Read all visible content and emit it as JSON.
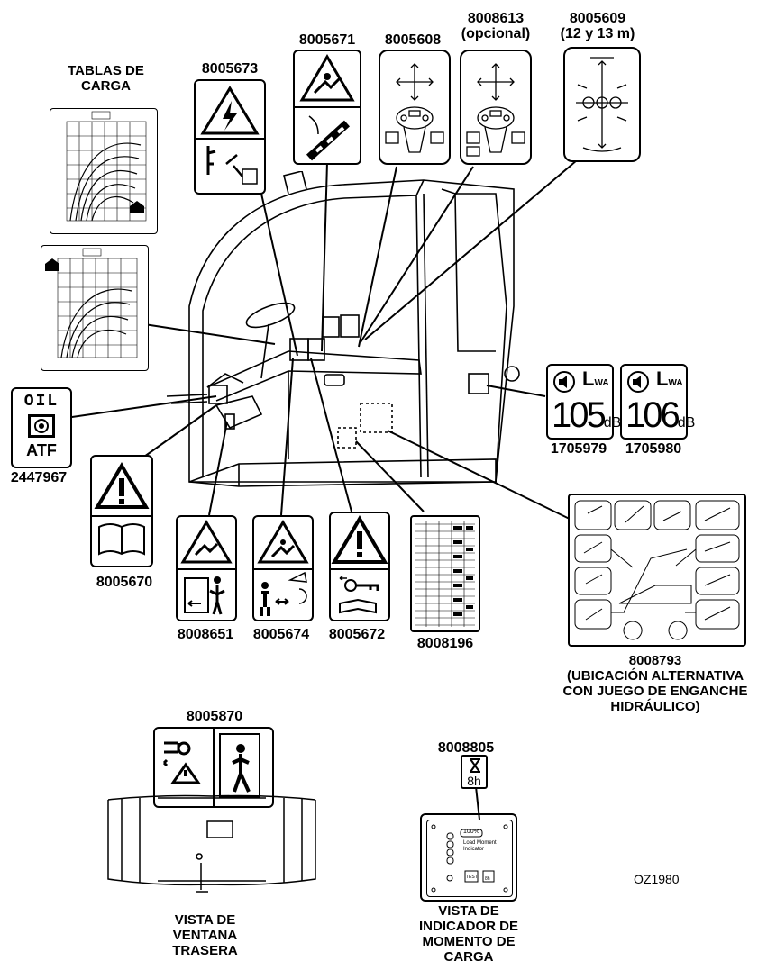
{
  "labels": {
    "tablas_de_carga": "TABLAS DE\nCARGA",
    "p8005673": "8005673",
    "p8005671": "8005671",
    "p8005608": "8005608",
    "p8008613": "8008613\n(opcional)",
    "p8005609": "8005609\n(12 y 13 m)",
    "p2447967": "2447967",
    "p8005670": "8005670",
    "p8008651": "8008651",
    "p8005674": "8005674",
    "p8005672": "8005672",
    "p8008196": "8008196",
    "p1705979": "1705979",
    "p1705980": "1705980",
    "p8008793": "8008793\n(UBICACIÓN ALTERNATIVA\nCON JUEGO DE ENGANCHE\nHIDRÁULICO)",
    "p8005870": "8005870",
    "p8008805": "8008805",
    "vista_ventana": "VISTA DE\nVENTANA\nTRASERA",
    "vista_indicador": "VISTA DE\nINDICADOR DE\nMOMENTO DE\nCARGA",
    "drawing_id": "OZ1980"
  },
  "decal_text": {
    "oil": "OIL",
    "atf": "ATF",
    "noise1_value": "105",
    "noise2_value": "106",
    "noise_unit": "dB",
    "noise_symbol": "L",
    "noise_sub": "WA",
    "hour_label": "8h",
    "lmi_percent": "100%",
    "lmi_title": "Load Moment\nIndicator",
    "lmi_test": "TEST"
  }
}
